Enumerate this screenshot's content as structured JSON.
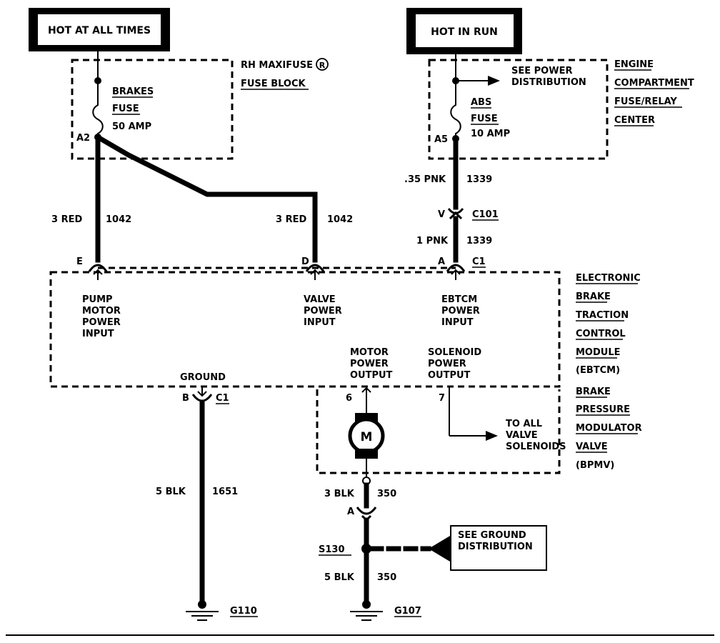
{
  "sources": {
    "hot_at_all_times": "HOT AT ALL TIMES",
    "hot_in_run": "HOT IN RUN"
  },
  "maxifuse_block": {
    "title_line1": "RH MAXIFUSE",
    "registered": "R",
    "title_line2": "FUSE BLOCK",
    "fuse_name_line1": "BRAKES",
    "fuse_name_line2": "FUSE",
    "fuse_rating": "50 AMP",
    "terminal": "A2"
  },
  "engine_center": {
    "title_lines": [
      "ENGINE",
      "COMPARTMENT",
      "FUSE/RELAY",
      "CENTER"
    ],
    "see_power_line1": "SEE POWER",
    "see_power_line2": "DISTRIBUTION",
    "fuse_name_line1": "ABS",
    "fuse_name_line2": "FUSE",
    "fuse_rating": "10 AMP",
    "terminal": "A5"
  },
  "wires": {
    "pump_gauge_color": "3 RED",
    "pump_circuit": "1042",
    "valve_gauge_color": "3 RED",
    "valve_circuit": "1042",
    "ebtcm_upper_gauge_color": ".35 PNK",
    "ebtcm_upper_circuit": "1339",
    "ebtcm_lower_gauge_color": "1 PNK",
    "ebtcm_lower_circuit": "1339",
    "ground_gauge_color": "5 BLK",
    "ground_circuit": "1651",
    "motor_ground_gauge_color": "3 BLK",
    "motor_ground_circuit": "350",
    "splice_ground_gauge_color": "5 BLK",
    "splice_ground_circuit": "350"
  },
  "connectors": {
    "c101_pin": "V",
    "c101": "C101",
    "pin_e": "E",
    "pin_d": "D",
    "pin_a": "A",
    "c1_top": "C1",
    "pin_b": "B",
    "c1_bottom": "C1",
    "pin_6": "6",
    "pin_7": "7",
    "motor_connector_pin": "A"
  },
  "ebtcm": {
    "title_lines": [
      "ELECTRONIC",
      "BRAKE",
      "TRACTION",
      "CONTROL",
      "MODULE"
    ],
    "abbrev": "(EBTCM)",
    "pump_input_lines": [
      "PUMP",
      "MOTOR",
      "POWER",
      "INPUT"
    ],
    "valve_input_lines": [
      "VALVE",
      "POWER",
      "INPUT"
    ],
    "ebtcm_input_lines": [
      "EBTCM",
      "POWER",
      "INPUT"
    ],
    "ground_label": "GROUND",
    "motor_output_lines": [
      "MOTOR",
      "POWER",
      "OUTPUT"
    ],
    "solenoid_output_lines": [
      "SOLENOID",
      "POWER",
      "OUTPUT"
    ]
  },
  "bpmv": {
    "title_lines": [
      "BRAKE",
      "PRESSURE",
      "MODULATOR",
      "VALVE"
    ],
    "abbrev": "(BPMV)",
    "motor_symbol": "M",
    "to_all_lines": [
      "TO ALL",
      "VALVE",
      "SOLENOIDS"
    ]
  },
  "grounds": {
    "splice": "S130",
    "see_ground_line1": "SEE GROUND",
    "see_ground_line2": "DISTRIBUTION",
    "g110": "G110",
    "g107": "G107"
  }
}
